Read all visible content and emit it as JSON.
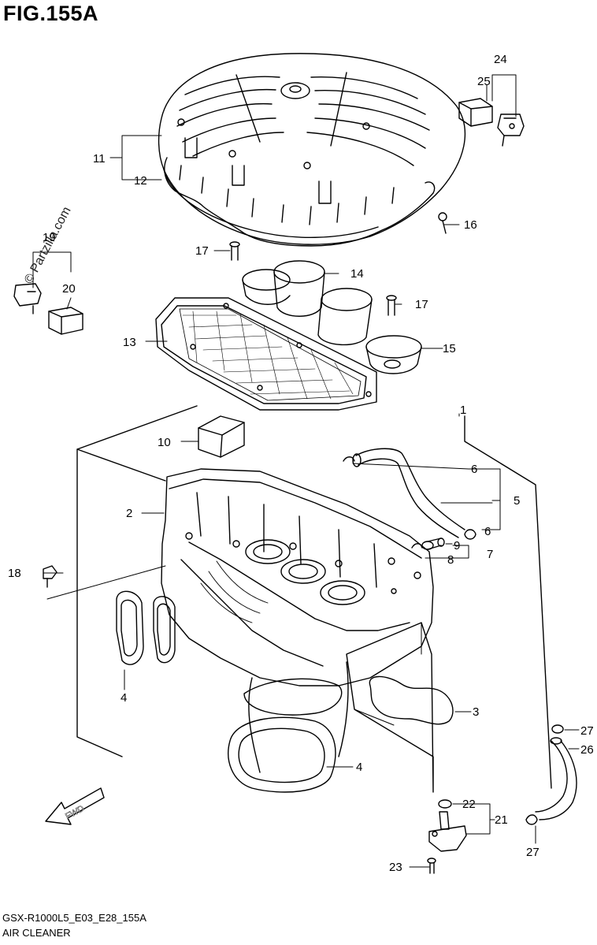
{
  "title": "FIG.155A",
  "watermark": "© Partzilla.com",
  "footer": {
    "code": "GSX-R1000L5_E03_E28_155A",
    "name": "AIR CLEANER"
  },
  "fwd_label": "FWD",
  "callouts": {
    "c1": "1",
    "c2": "2",
    "c3": "3",
    "c4a": "4",
    "c4b": "4",
    "c5": "5",
    "c6a": "6",
    "c6b": "6",
    "c7": "7",
    "c8": "8",
    "c9": "9",
    "c10": "10",
    "c11": "11",
    "c12": "12",
    "c13": "13",
    "c14": "14",
    "c15": "15",
    "c16": "16",
    "c17a": "17",
    "c17b": "17",
    "c18": "18",
    "c19": "19",
    "c20": "20",
    "c21": "21",
    "c22": "22",
    "c23": "23",
    "c24": "24",
    "c25": "25",
    "c26": "26",
    "c27a": "27",
    "c27b": "27"
  }
}
